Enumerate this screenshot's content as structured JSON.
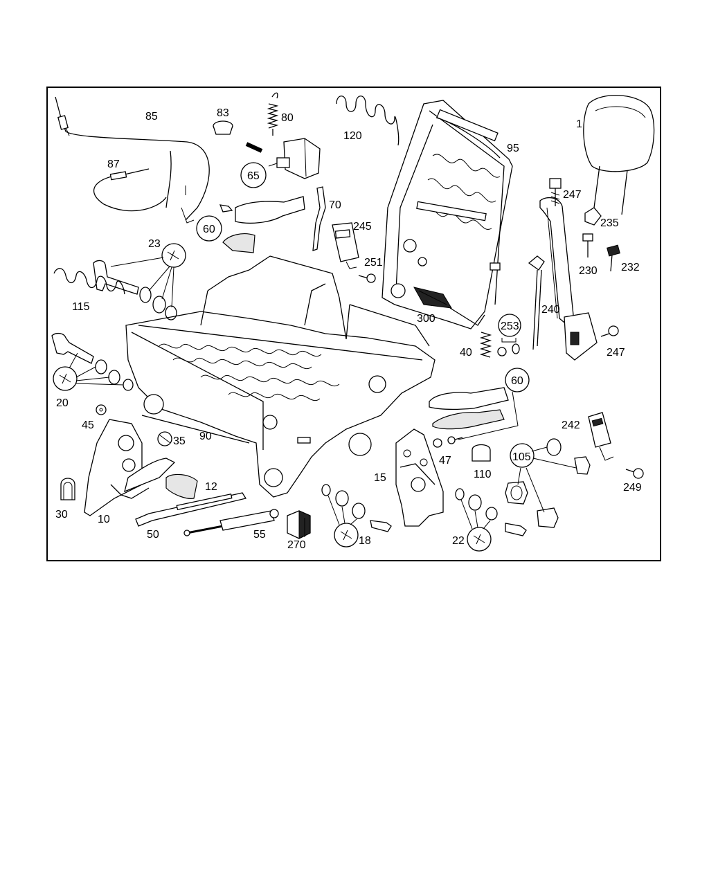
{
  "labels": {
    "p1": "1",
    "p85": "85",
    "p83": "83",
    "p80": "80",
    "p120": "120",
    "p95": "95",
    "p87": "87",
    "p65": "65",
    "p247a": "247",
    "p70": "70",
    "p60a": "60",
    "p245": "245",
    "p235": "235",
    "p23": "23",
    "p251": "251",
    "p230": "230",
    "p232": "232",
    "p115": "115",
    "p300": "300",
    "p240": "240",
    "p253": "253",
    "p40": "40",
    "p247b": "247",
    "p20": "20",
    "p60b": "60",
    "p45": "45",
    "p35": "35",
    "p90": "90",
    "p242": "242",
    "p105": "105",
    "p47": "47",
    "p110": "110",
    "p12": "12",
    "p15": "15",
    "p249": "249",
    "p30": "30",
    "p10": "10",
    "p50": "50",
    "p55": "55",
    "p270": "270",
    "p18": "18",
    "p22": "22"
  },
  "icons": {
    "wrench": "wrench-symbol-icon"
  }
}
